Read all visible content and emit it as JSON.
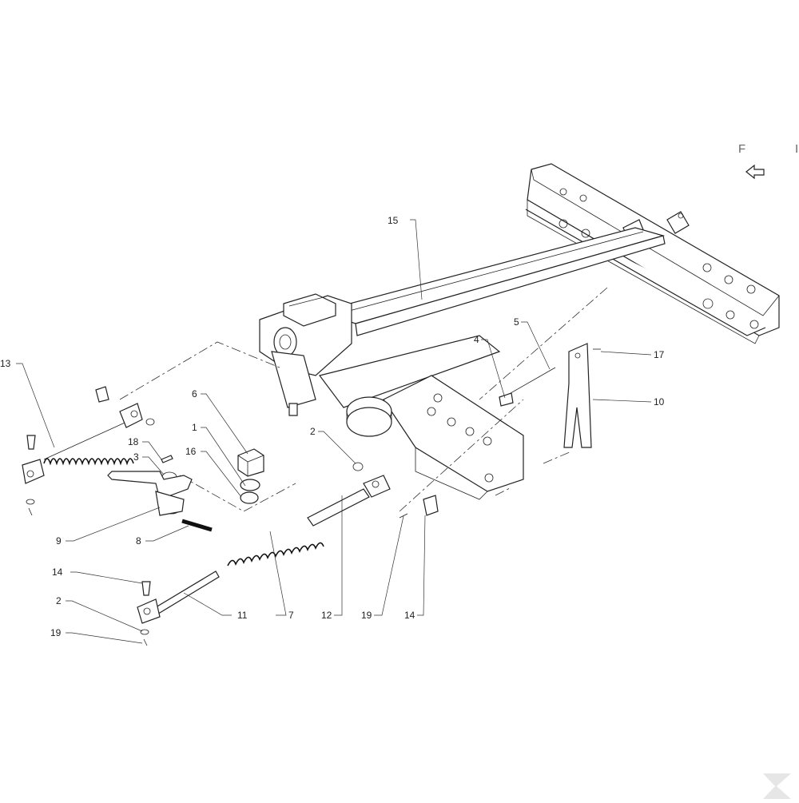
{
  "view": {
    "letter": "F",
    "edge_mark": "I"
  },
  "callouts": [
    {
      "id": "c15",
      "label": "15"
    },
    {
      "id": "c13",
      "label": "13"
    },
    {
      "id": "c6",
      "label": "6"
    },
    {
      "id": "c1",
      "label": "1"
    },
    {
      "id": "c16",
      "label": "16"
    },
    {
      "id": "c18",
      "label": "18"
    },
    {
      "id": "c3",
      "label": "3"
    },
    {
      "id": "c9",
      "label": "9"
    },
    {
      "id": "c8",
      "label": "8"
    },
    {
      "id": "c2a",
      "label": "2"
    },
    {
      "id": "c4",
      "label": "4"
    },
    {
      "id": "c5",
      "label": "5"
    },
    {
      "id": "c17",
      "label": "17"
    },
    {
      "id": "c10",
      "label": "10"
    },
    {
      "id": "c14a",
      "label": "14"
    },
    {
      "id": "c2b",
      "label": "2"
    },
    {
      "id": "c19a",
      "label": "19"
    },
    {
      "id": "c11",
      "label": "11"
    },
    {
      "id": "c7",
      "label": "7"
    },
    {
      "id": "c12",
      "label": "12"
    },
    {
      "id": "c19b",
      "label": "19"
    },
    {
      "id": "c14b",
      "label": "14"
    }
  ],
  "colors": {
    "line": "#222222",
    "background": "#ffffff",
    "logo": "#e6e6e6"
  },
  "icons": [
    "direction-arrow-icon",
    "brand-logo-icon"
  ]
}
